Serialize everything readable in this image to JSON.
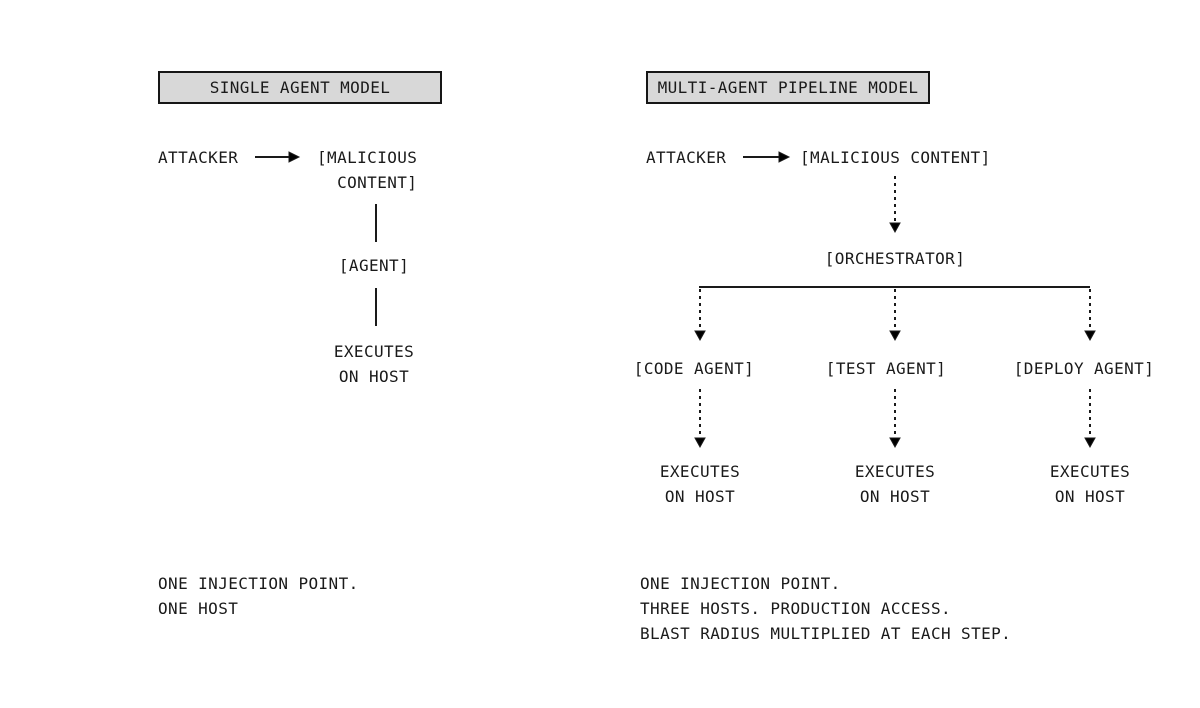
{
  "colors": {
    "ink": "#1a1a1a",
    "title_box_bg": "#d8d8d8",
    "title_box_border": "#161616",
    "background": "#ffffff"
  },
  "left_panel": {
    "title": "SINGLE AGENT MODEL",
    "attacker_label": "ATTACKER",
    "malicious_content_label": "[MALICIOUS\n  CONTENT]",
    "agent_label": "[AGENT]",
    "executes_label": "EXECUTES\nON HOST",
    "summary": "ONE INJECTION POINT.\nONE HOST"
  },
  "right_panel": {
    "title": "MULTI-AGENT PIPELINE MODEL",
    "attacker_label": "ATTACKER",
    "malicious_content_label": "[MALICIOUS CONTENT]",
    "orchestrator_label": "[ORCHESTRATOR]",
    "agents": [
      "[CODE AGENT]",
      "[TEST AGENT]",
      "[DEPLOY AGENT]"
    ],
    "executes_label": "EXECUTES\nON HOST",
    "summary": "ONE INJECTION POINT.\nTHREE HOSTS. PRODUCTION ACCESS.\nBLAST RADIUS MULTIPLIED AT EACH STEP."
  }
}
